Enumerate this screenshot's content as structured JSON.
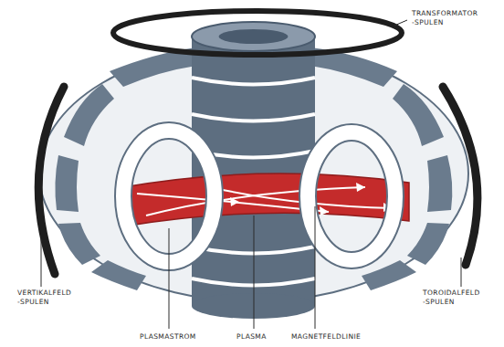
{
  "diagram": {
    "labels": [
      "TRANSFORMATOR -SPULEN",
      "VERTIKALFELD -SPULEN",
      "TOROIDALFELD -SPULEN",
      "PLASMASTROM",
      "PLASMA",
      "MAGNETFELDLINIE"
    ]
  }
}
